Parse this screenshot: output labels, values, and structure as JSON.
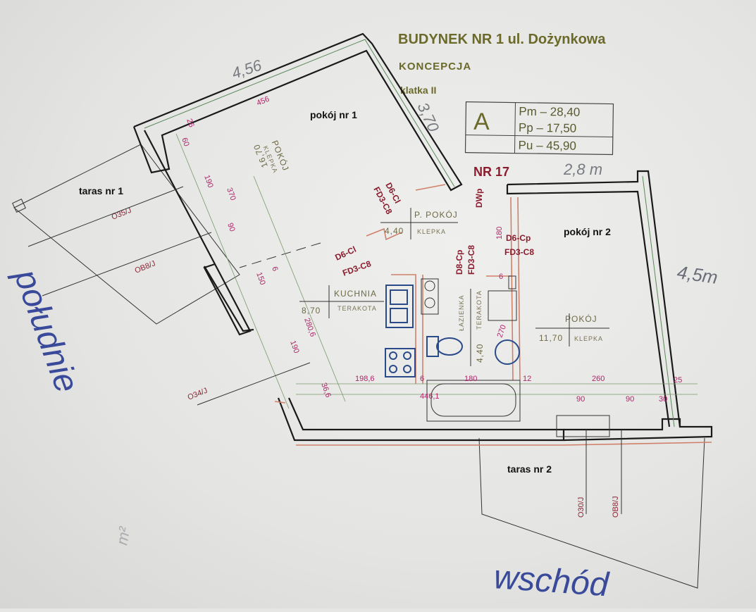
{
  "header": {
    "title": "BUDYNEK NR 1  ul. Dożynkowa",
    "subtitle": "KONCEPCJA",
    "staircase": "klatka II"
  },
  "area_table": {
    "type_letter": "A",
    "rows": [
      "Pm  – 28,40",
      "Pp  – 17,50",
      "Pu  – 45,90"
    ]
  },
  "apartment_number": "NR 17",
  "rooms": [
    {
      "name": "POKÓJ",
      "area": "16,70",
      "floor": "KLEPKA"
    },
    {
      "name": "P. POKÓJ",
      "area": "4,40",
      "floor": "KLEPKA"
    },
    {
      "name": "KUCHNIA",
      "area": "8,70",
      "floor": "TERAKOTA"
    },
    {
      "name": "ŁAZIENKA",
      "area": "4,40",
      "floor": "TERAKOTA"
    },
    {
      "name": "POKÓJ",
      "area": "11,70",
      "floor": "KLEPKA"
    }
  ],
  "doors": [
    "D6-Cl",
    "FD3-C8",
    "D6-Cl",
    "FD3-C8",
    "D8-Cp",
    "FD3-C8",
    "D6-Cp",
    "FD3-C8",
    "DWp"
  ],
  "dimensions": [
    "456",
    "26",
    "60",
    "190",
    "370",
    "90",
    "150",
    "6",
    "280,6",
    "190",
    "36,6",
    "198,6",
    "6",
    "180",
    "446,1",
    "12",
    "260",
    "90",
    "90",
    "30",
    "25",
    "180",
    "270",
    "6"
  ],
  "windows": [
    "O35/J",
    "OB8/J",
    "O34/J",
    "O30/J",
    "OB8/J"
  ],
  "annotations": [
    "taras nr 1",
    "pokój nr 1",
    "pokój nr 2",
    "taras nr 2"
  ],
  "handwritten": [
    "4,56",
    "3,70",
    "2,8 m",
    "4,5m",
    "południe",
    "wschód",
    "m²"
  ],
  "colors": {
    "paper": "#e6e6e4",
    "header": "#6b6a2a",
    "door_labels": "#8a1c2e",
    "dimensions": "#b0246a",
    "walls": "#1a1a1a",
    "handwriting": "#3a4a9a"
  }
}
